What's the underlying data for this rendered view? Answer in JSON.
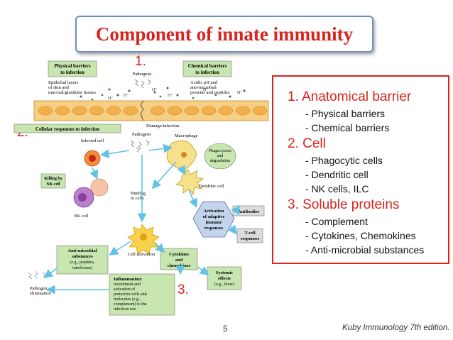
{
  "title": "Component of innate immunity",
  "labels": {
    "num1": "1.",
    "num2": "2.",
    "num3": "3."
  },
  "components": [
    {
      "heading": "1. Anatomical barrier",
      "items": [
        "- Physical barriers",
        "- Chemical barriers"
      ]
    },
    {
      "heading": "2. Cell",
      "items": [
        "- Phagocytic cells",
        "- Dendritic cell",
        "- NK cells, ILC"
      ]
    },
    {
      "heading": "3. Soluble proteins",
      "items": [
        "- Complement",
        "- Cytokines, Chemokines",
        "- Anti-microbial substances"
      ]
    }
  ],
  "figure": {
    "physical_barriers": [
      "Physical barriers",
      "to infection"
    ],
    "chemical_barriers": [
      "Chemical barriers",
      "to infection"
    ],
    "pathogens_top": "Pathogens",
    "epithelial": [
      "Epithelial layers",
      "of skin and",
      "mucosal/glandular tissues"
    ],
    "acidic": [
      "Acidic pH and",
      "anti-microbial",
      "proteins and peptides"
    ],
    "cellular_responses": "Cellular responses to infection",
    "damage": "Damage/infection",
    "pathogens_mid": "Pathogens",
    "infected_cell": "Infected cell",
    "macrophage": "Macrophage",
    "phagocytosis": [
      "Phagocytosis",
      "and",
      "degradation"
    ],
    "killing": [
      "Killing by",
      "NK cell"
    ],
    "nk_cell": "NK cell",
    "dendritic": "Dendritic cell",
    "binding": [
      "Binding",
      "to cells"
    ],
    "activation_adaptive": [
      "Activation",
      "of adaptive",
      "immune",
      "responses"
    ],
    "antibodies": "Antibodies",
    "tcell": [
      "T-cell",
      "responses"
    ],
    "cell_activation": "Cell activation",
    "antimicrobial": [
      "Anti-microbial",
      "substances",
      "(e.g., peptides,",
      "interferons)"
    ],
    "cytokines": [
      "Cytokines",
      "and",
      "chemokines"
    ],
    "systemic": [
      "Systemic",
      "effects",
      "(e.g., fever)"
    ],
    "inflammation": [
      "Inflammation:",
      "recruitment and",
      "activation of",
      "protective cells and",
      "molecules (e.g.,",
      "complement) to the",
      "infection site"
    ],
    "pathogen_elim": [
      "Pathogen",
      "elimination"
    ],
    "h_ion": "H⁺"
  },
  "footer": {
    "slide_number": "5",
    "citation": "Kuby Immunology 7th edition."
  }
}
